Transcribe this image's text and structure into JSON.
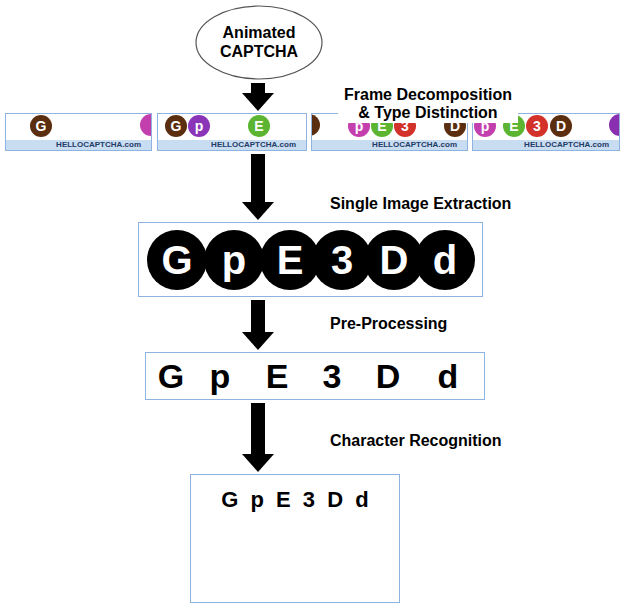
{
  "diagram": {
    "nodes": [
      {
        "text": [
          "Animated CAPTCHA"
        ]
      },
      {
        "text": [
          "HELLOCAPTCHA.com"
        ]
      },
      {
        "text": [
          "G"
        ],
        "in": 1
      },
      {
        "text": [
          "HELLOCAPTCHA.com"
        ]
      },
      {
        "text": [
          "G"
        ],
        "in": 3
      },
      {
        "text": [
          "p"
        ],
        "in": 3
      },
      {
        "text": [
          "E"
        ],
        "in": 3
      },
      {
        "text": [
          "HELLOCAPTCHA.com"
        ]
      },
      {
        "text": [
          "p"
        ],
        "in": 7
      },
      {
        "text": [
          "E"
        ],
        "in": 7
      },
      {
        "text": [
          "3"
        ],
        "in": 7
      },
      {
        "text": [
          "D"
        ],
        "in": 7
      },
      {
        "text": [
          "HELLOCAPTCHA.com"
        ]
      },
      {
        "text": [
          "p"
        ],
        "in": 12
      },
      {
        "text": [
          "E"
        ],
        "in": 12
      },
      {
        "text": [
          "3"
        ],
        "in": 12
      },
      {
        "text": [
          "D"
        ],
        "in": 12
      },
      {
        "text": [
          "G",
          "p",
          "E",
          "3",
          "D",
          "d"
        ]
      },
      {
        "text": [
          "G",
          "p",
          "E",
          "3",
          "D",
          "d"
        ]
      },
      {
        "text": [
          "G p E 3 D d"
        ]
      }
    ],
    "edges": [
      {
        "from": 0,
        "to": 3,
        "arrow": "to",
        "label": "Frame Decomposition & Type Distinction"
      },
      {
        "from": 3,
        "to": 17,
        "arrow": "to",
        "label": "Single Image Extraction"
      },
      {
        "from": 17,
        "to": 18,
        "arrow": "to",
        "label": "Pre-Processing"
      },
      {
        "from": 18,
        "to": 19,
        "arrow": "to",
        "label": "Character Recognition"
      }
    ]
  }
}
